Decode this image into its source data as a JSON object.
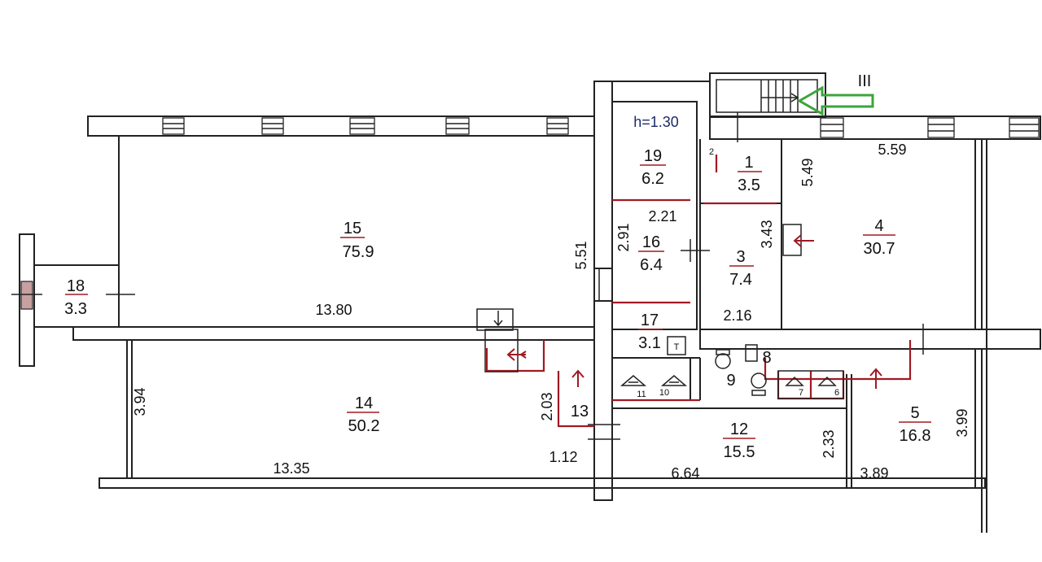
{
  "height_note": "h=1.30",
  "entrance_label": "III",
  "colors": {
    "wall": "#222222",
    "partition": "#a01a22",
    "entrance_arrow": "#3aa63a"
  },
  "rooms": [
    {
      "number": "15",
      "area": "75.9"
    },
    {
      "number": "18",
      "area": "3.3"
    },
    {
      "number": "14",
      "area": "50.2"
    },
    {
      "number": "19",
      "area": "6.2"
    },
    {
      "number": "16",
      "area": "6.4"
    },
    {
      "number": "17",
      "area": "3.1"
    },
    {
      "number": "1",
      "area": "3.5"
    },
    {
      "number": "3",
      "area": "7.4"
    },
    {
      "number": "4",
      "area": "30.7"
    },
    {
      "number": "5",
      "area": "16.8"
    },
    {
      "number": "12",
      "area": "15.5"
    }
  ],
  "small_rooms": [
    "2",
    "13",
    "9",
    "8",
    "7",
    "6",
    "11",
    "10"
  ],
  "dimensions": [
    "13.80",
    "5.51",
    "2.91",
    "2.21",
    "3.43",
    "5.49",
    "5.59",
    "2.16",
    "3.94",
    "13.35",
    "2.03",
    "1.12",
    "6.64",
    "2.33",
    "3.89",
    "3.99"
  ],
  "icons": {
    "toilet": "toilet-icon",
    "sink": "sink-icon",
    "door_arrow": "door-arrow-icon",
    "window": "window-icon",
    "stair": "stair-icon"
  }
}
